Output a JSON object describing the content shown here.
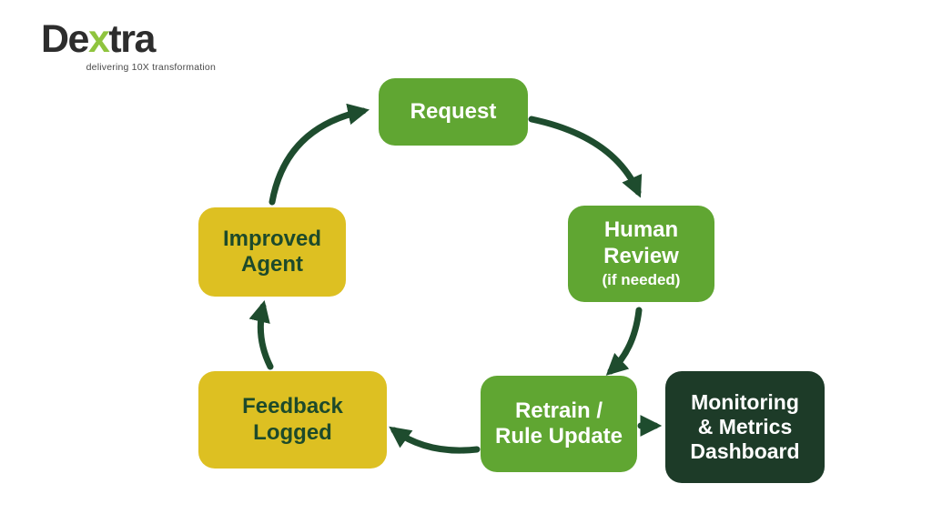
{
  "logo": {
    "part1": "De",
    "part2": "x",
    "part3": "tra",
    "tagline": "delivering 10X transformation",
    "accent_color": "#8fc43e",
    "text_color": "#2d2d2d"
  },
  "colors": {
    "background": "#ffffff",
    "green": "#60a632",
    "yellow": "#ddc022",
    "dark_green": "#1d3b28",
    "arrow": "#1e4c2e",
    "text_on_yellow": "#1d4a2b",
    "text_on_green": "#ffffff"
  },
  "nodes": [
    {
      "id": "request",
      "label": "Request",
      "bg": "#60a632",
      "fg": "#ffffff"
    },
    {
      "id": "human-review",
      "label": "Human\nReview",
      "sublabel": "(if needed)",
      "bg": "#60a632",
      "fg": "#ffffff"
    },
    {
      "id": "retrain-rule-update",
      "label": "Retrain /\nRule Update",
      "bg": "#60a632",
      "fg": "#ffffff"
    },
    {
      "id": "monitoring-metrics-dashboard",
      "label": "Monitoring\n& Metrics\nDashboard",
      "bg": "#1d3b28",
      "fg": "#ffffff"
    },
    {
      "id": "feedback-logged",
      "label": "Feedback\nLogged",
      "bg": "#ddc022",
      "fg": "#1d4a2b"
    },
    {
      "id": "improved-agent",
      "label": "Improved\nAgent",
      "bg": "#ddc022",
      "fg": "#1d4a2b"
    }
  ],
  "flow": {
    "edges": [
      "Improved Agent -> Request",
      "Request -> Human Review",
      "Human Review -> Retrain / Rule Update",
      "Retrain / Rule Update -> Feedback Logged",
      "Feedback Logged -> Improved Agent",
      "Retrain / Rule Update -> Monitoring & Metrics Dashboard"
    ]
  }
}
